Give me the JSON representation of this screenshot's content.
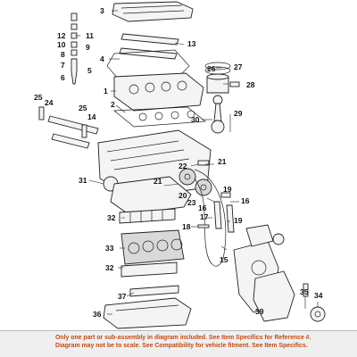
{
  "diagram": {
    "callouts": [
      {
        "id": "3",
        "label": "3"
      },
      {
        "id": "12",
        "label": "12"
      },
      {
        "id": "11",
        "label": "11"
      },
      {
        "id": "10",
        "label": "10"
      },
      {
        "id": "9",
        "label": "9"
      },
      {
        "id": "8",
        "label": "8"
      },
      {
        "id": "13",
        "label": "13"
      },
      {
        "id": "7",
        "label": "7"
      },
      {
        "id": "5",
        "label": "5"
      },
      {
        "id": "6",
        "label": "6"
      },
      {
        "id": "4",
        "label": "4"
      },
      {
        "id": "27",
        "label": "27"
      },
      {
        "id": "26",
        "label": "26"
      },
      {
        "id": "28",
        "label": "28"
      },
      {
        "id": "1",
        "label": "1"
      },
      {
        "id": "2",
        "label": "2"
      },
      {
        "id": "25a",
        "label": "25"
      },
      {
        "id": "24",
        "label": "24"
      },
      {
        "id": "25b",
        "label": "25"
      },
      {
        "id": "14",
        "label": "14"
      },
      {
        "id": "30",
        "label": "30"
      },
      {
        "id": "29",
        "label": "29"
      },
      {
        "id": "22",
        "label": "22"
      },
      {
        "id": "21a",
        "label": "21"
      },
      {
        "id": "31",
        "label": "31"
      },
      {
        "id": "21b",
        "label": "21"
      },
      {
        "id": "20",
        "label": "20"
      },
      {
        "id": "19a",
        "label": "19"
      },
      {
        "id": "23",
        "label": "23"
      },
      {
        "id": "16a",
        "label": "16"
      },
      {
        "id": "16b",
        "label": "16"
      },
      {
        "id": "32a",
        "label": "32"
      },
      {
        "id": "17",
        "label": "17"
      },
      {
        "id": "19b",
        "label": "19"
      },
      {
        "id": "18",
        "label": "18"
      },
      {
        "id": "33",
        "label": "33"
      },
      {
        "id": "15",
        "label": "15"
      },
      {
        "id": "32b",
        "label": "32"
      },
      {
        "id": "37",
        "label": "37"
      },
      {
        "id": "35",
        "label": "35"
      },
      {
        "id": "34",
        "label": "34"
      },
      {
        "id": "36",
        "label": "36"
      },
      {
        "id": "39",
        "label": "39"
      }
    ]
  },
  "footer": {
    "line1": "Only one part or sub-assembly in diagram included. See Item Specifics for Reference #.",
    "line2": "Diagram may not be to scale. See Compatibility for vehicle fitment. See Item Specifics.",
    "color": "#c24a14"
  }
}
